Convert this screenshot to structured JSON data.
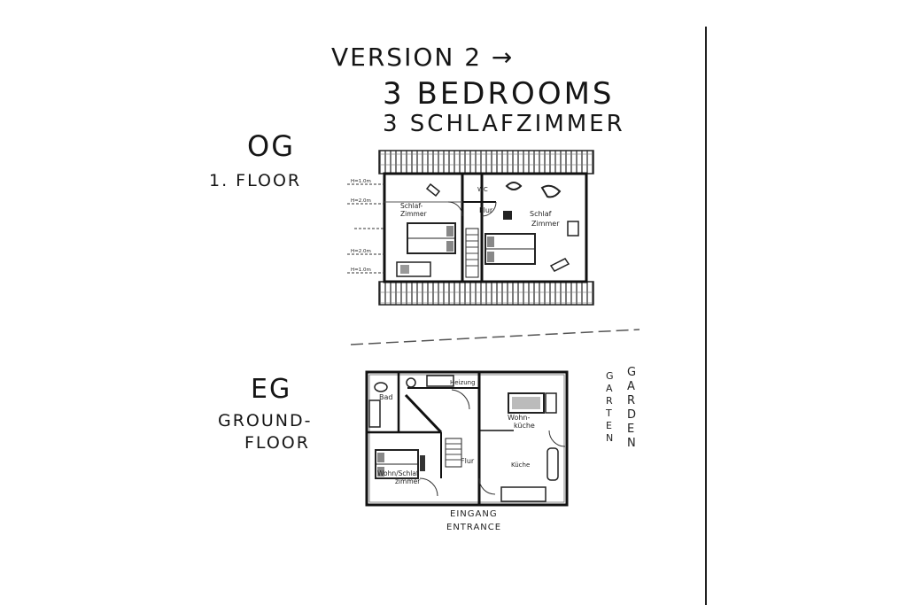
{
  "header": {
    "version": "VERSION 2 →",
    "bedrooms_en": "3 BEDROOMS",
    "bedrooms_de": "3 SCHLAFZIMMER"
  },
  "upper_floor": {
    "label_de": "OG",
    "label_en": "1. FLOOR",
    "rooms": {
      "bedroom_left": "Schlaf-\nZimmer",
      "hall": "Flur",
      "wc": "WC",
      "bedroom_right": "Schlaf\nZimmer"
    },
    "height_marks": [
      "H=1.0m",
      "H=2.0m",
      "H=2.0m",
      "H=1.0m"
    ]
  },
  "ground_floor": {
    "label_de": "EG",
    "label_en_line1": "GROUND-",
    "label_en_line2": "FLOOR",
    "rooms": {
      "bath": "Bad",
      "heating": "Heizung",
      "living_kitchen": "Wohn-\nküche",
      "hall": "Flur",
      "kitchen": "Küche",
      "living_bedroom": "Wohn/Schlaf\nzimmer"
    },
    "entrance_de": "EINGANG",
    "entrance_en": "ENTRANCE",
    "garden_de": "GARTEN",
    "garden_en": "GARDEN"
  }
}
